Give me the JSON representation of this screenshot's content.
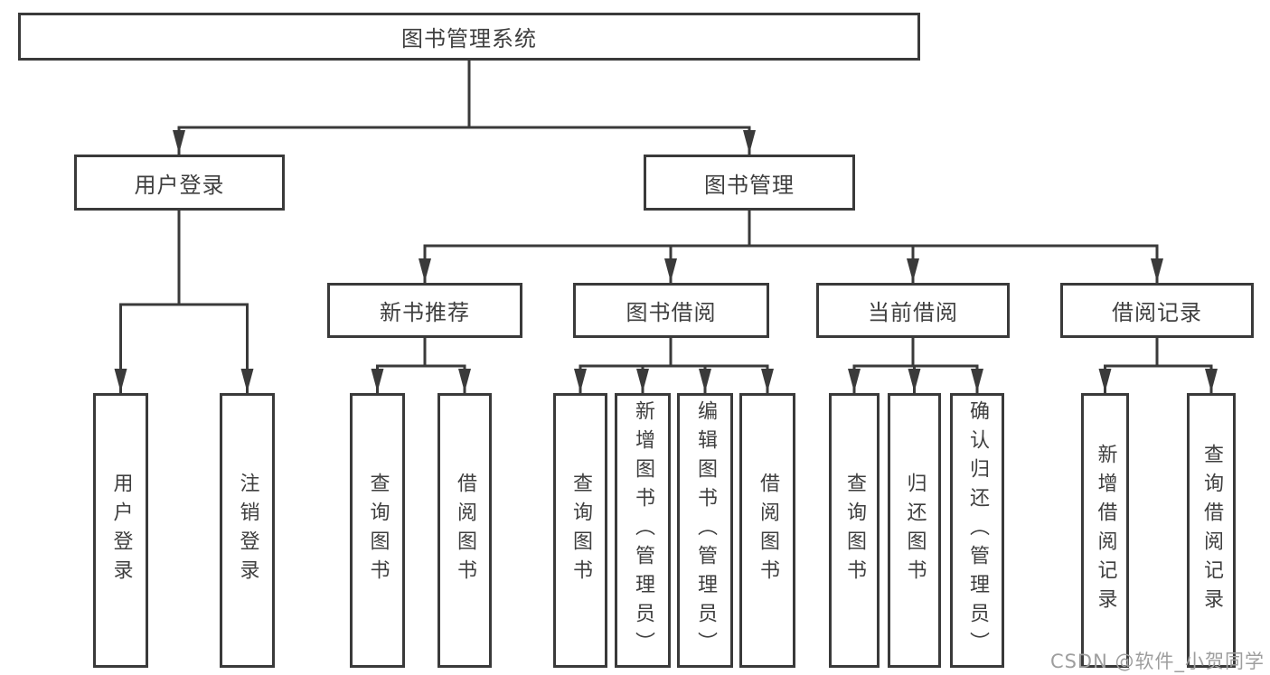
{
  "diagram": {
    "root": {
      "label": "图书管理系统"
    },
    "level2": [
      {
        "label": "用户登录"
      },
      {
        "label": "图书管理"
      }
    ],
    "level3": [
      {
        "label": "新书推荐"
      },
      {
        "label": "图书借阅"
      },
      {
        "label": "当前借阅"
      },
      {
        "label": "借阅记录"
      }
    ],
    "leaves": {
      "user_login": [
        {
          "label": "用户登录"
        },
        {
          "label": "注销登录"
        }
      ],
      "new_book_rec": [
        {
          "label": "查询图书"
        },
        {
          "label": "借阅图书"
        }
      ],
      "book_borrow": [
        {
          "label": "查询图书"
        },
        {
          "label": "新增图书（管理员）"
        },
        {
          "label": "编辑图书（管理员）"
        },
        {
          "label": "借阅图书"
        }
      ],
      "current_borrow": [
        {
          "label": "查询图书"
        },
        {
          "label": "归还图书"
        },
        {
          "label": "确认归还（管理员）"
        }
      ],
      "borrow_records": [
        {
          "label": "新增借阅记录"
        },
        {
          "label": "查询借阅记录"
        }
      ]
    }
  },
  "watermark": {
    "text": "CSDN @软件_小贺同学",
    "color": "#9e9e9e"
  },
  "colors": {
    "line": "#3a3a3a",
    "text": "#3f3f3f",
    "background": "#ffffff"
  }
}
